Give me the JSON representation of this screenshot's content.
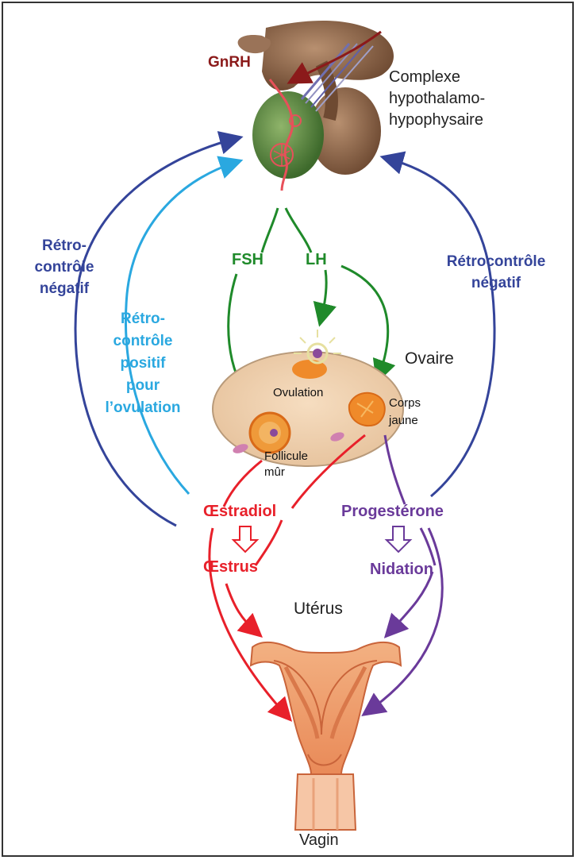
{
  "labels": {
    "gnrh": "GnRH",
    "complex_line1": "Complexe",
    "complex_line2": "hypothalamo-",
    "complex_line3": "hypophysaire",
    "fsh": "FSH",
    "lh": "LH",
    "ovary": "Ovaire",
    "ovulation": "Ovulation",
    "corpus_line1": "Corps",
    "corpus_line2": "jaune",
    "follicle_line1": "Follicule",
    "follicle_line2": "mûr",
    "estradiol": "Œstradiol",
    "estrus": "Œstrus",
    "progesterone": "Progestérone",
    "nidation": "Nidation",
    "uterus": "Utérus",
    "vagina": "Vagin",
    "neg_left_line1": "Rétro-",
    "neg_left_line2": "contrôle",
    "neg_left_line3": "négatif",
    "pos_line1": "Rétro-",
    "pos_line2": "contrôle",
    "pos_line3": "positif",
    "pos_line4": "pour",
    "pos_line5": "l’ovulation",
    "neg_right_line1": "Rétrocontrôle",
    "neg_right_line2": "négatif"
  },
  "colors": {
    "dark_red": "#8b1a1a",
    "green": "#1f8a2a",
    "red": "#e8202a",
    "purple": "#6a3a9a",
    "dark_blue": "#34449a",
    "light_blue": "#2aa8e0"
  }
}
